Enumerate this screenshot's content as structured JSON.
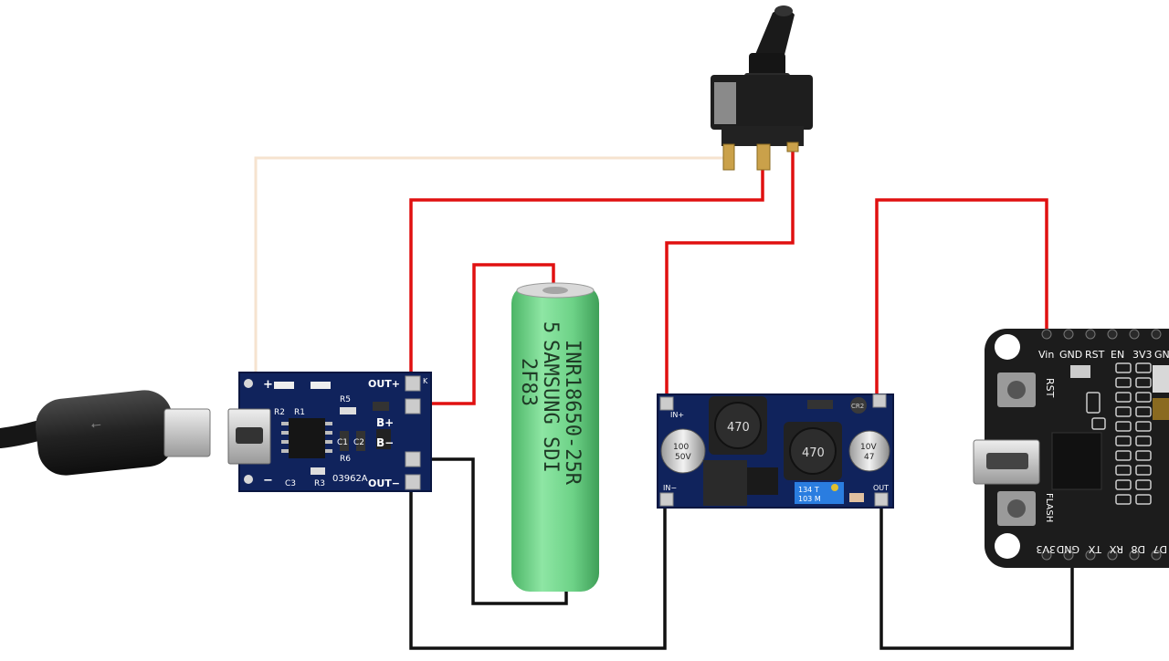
{
  "colors": {
    "wire_positive": "#e01010",
    "wire_ground": "#111111",
    "wire_usb": "#f5e2cc",
    "board_blue": "#10235c",
    "board_dark": "#1c1c1c",
    "battery_green": "#6fd48a"
  },
  "charger": {
    "labels": {
      "plus": "+",
      "minus": "−",
      "out_plus": "OUT+",
      "b_plus": "B+",
      "b_minus": "B−",
      "out_minus": "OUT−",
      "k": "K"
    },
    "components": {
      "r2": "R2",
      "r1": "R1",
      "r5": "R5",
      "r6": "R6",
      "r3": "R3",
      "c1": "C1",
      "c2": "C2",
      "c3": "C3",
      "code": "03962A"
    }
  },
  "battery": {
    "lines": [
      "INR18650-25R",
      "SAMSUNG SDI",
      "5",
      "2F83"
    ]
  },
  "boost": {
    "pin_in": "IN+",
    "pin_in_minus": "IN−",
    "pin_out": "OUT",
    "inductor1": "470",
    "inductor2": "470",
    "cap1_line1": "100",
    "cap1_line2": "50V",
    "cap2_line1": "10V",
    "cap2_line2": "47",
    "trimmer_line1": "134 T",
    "trimmer_line2": "103 M",
    "cr": "CR2"
  },
  "nodemcu": {
    "top_pins": [
      "Vin",
      "GND",
      "RST",
      "EN",
      "3V3",
      "GN"
    ],
    "bottom_pins": [
      "3V3",
      "GND",
      "TX",
      "RX",
      "D8",
      "D7"
    ],
    "rst_button": "RST",
    "flash_button": "FLASH"
  },
  "usb": {
    "symbol": "⭠"
  }
}
